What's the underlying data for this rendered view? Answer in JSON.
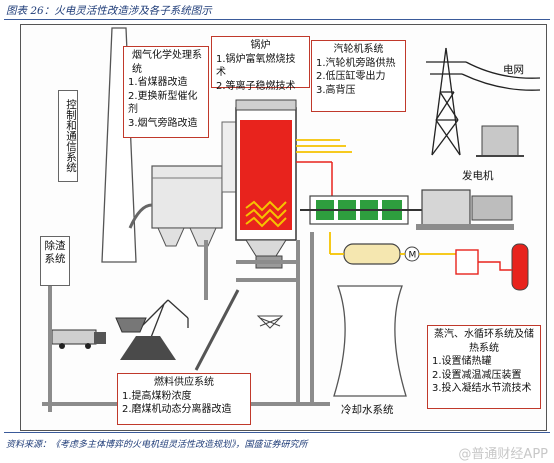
{
  "title": "图表 26：火电灵活性改造涉及各子系统图示",
  "source": "资料来源：《考虑多主体博弈的火电机组灵活性改造规划》，国盛证券研究所",
  "watermark": "@普通财经APP",
  "labels": {
    "control": "控制和通信系统",
    "slag": "除渣系统",
    "grid": "电网",
    "generator": "发电机",
    "cooling": "冷却水系统"
  },
  "boxes": {
    "flue": {
      "title": "烟气化学处理系统",
      "items": [
        "1.省煤器改造",
        "2.更换新型催化剂",
        "3.烟气旁路改造"
      ]
    },
    "boiler": {
      "title": "锅炉",
      "items": [
        "1.锅炉富氧燃烧技术",
        "2.等离子稳燃技术"
      ]
    },
    "turbine": {
      "title": "汽轮机系统",
      "items": [
        "1.汽轮机旁路供热",
        "2.低压缸零出力",
        "3.高背压"
      ]
    },
    "steam": {
      "title": "蒸汽、水循环系统及储热系统",
      "items": [
        "1.设置储热罐",
        "2.设置减温减压装置",
        "3.投入凝结水节流技术"
      ]
    },
    "fuel": {
      "title": "燃料供应系统",
      "items": [
        "1.提高煤粉浓度",
        "2.磨煤机动态分离器改造"
      ]
    }
  },
  "colors": {
    "accent_red": "#c0392b",
    "title_blue": "#1f3c78",
    "pipe_gray": "#7f7f7f",
    "furnace_red": "#e8231d"
  }
}
